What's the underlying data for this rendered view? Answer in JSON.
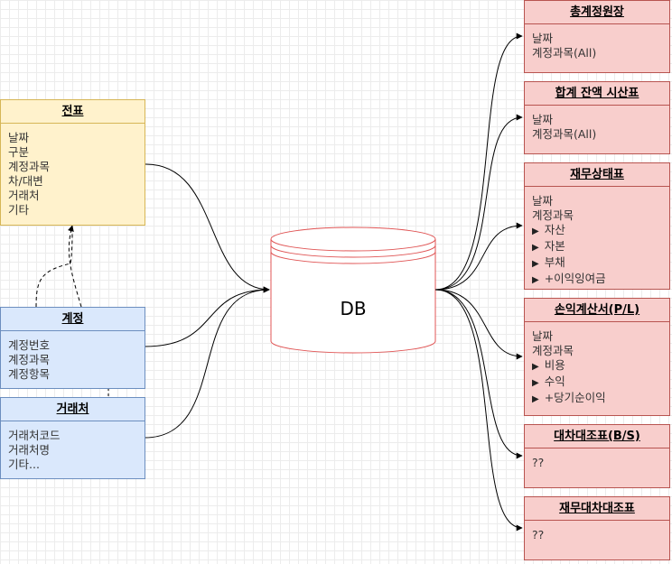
{
  "jeonpyo": {
    "title": "전표",
    "fields": [
      "날짜",
      "구분",
      "계정과목",
      "차/대변",
      "거래처",
      "기타"
    ]
  },
  "gyejeong": {
    "title": "계정",
    "fields": [
      "계정번호",
      "계정과목",
      "계정항목"
    ]
  },
  "georaecheo": {
    "title": "거래처",
    "fields": [
      "거래처코드",
      "거래처명",
      "기타..."
    ]
  },
  "db": {
    "label": "DB"
  },
  "ledger": {
    "title": "총계정원장",
    "fields": [
      "날짜",
      "계정과목(All)"
    ]
  },
  "trial_balance": {
    "title": "합계 잔액 시산표",
    "fields": [
      "날짜",
      "계정과목(All)"
    ]
  },
  "financial_statement": {
    "title": "재무상태표",
    "fields": [
      "날짜",
      "계정과목"
    ],
    "items": [
      "자산",
      "자본",
      "부채",
      "+이익잉여금"
    ]
  },
  "income_statement": {
    "title": "손익계산서(P/L)",
    "fields": [
      "날짜",
      "계정과목"
    ],
    "items": [
      "비용",
      "수익",
      "+당기순이익"
    ]
  },
  "balance_sheet": {
    "title": "대차대조표(B/S)",
    "fields": [
      "??"
    ]
  },
  "fin_balance_sheet": {
    "title": "재무대차대조표",
    "fields": [
      "??"
    ]
  },
  "colors": {
    "yellow_fill": "#fff2cc",
    "yellow_stroke": "#d6b656",
    "blue_fill": "#dae8fc",
    "blue_stroke": "#6c8ebf",
    "red_fill": "#f8cecc",
    "red_stroke": "#b85450",
    "db_stroke": "#e05555"
  }
}
